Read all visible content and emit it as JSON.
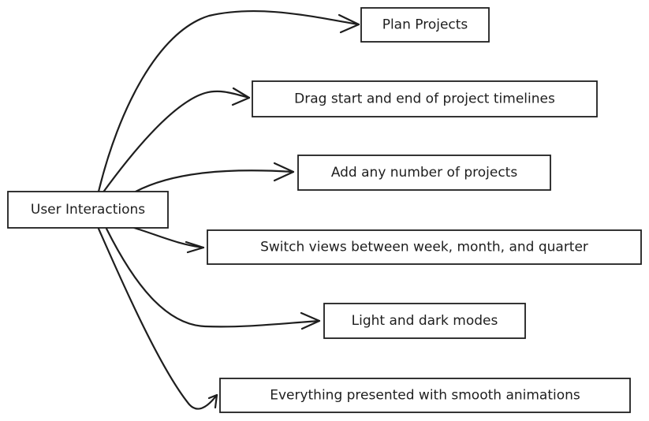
{
  "diagram": {
    "root": {
      "label": "User Interactions"
    },
    "children": [
      {
        "id": "plan",
        "label": "Plan Projects"
      },
      {
        "id": "drag",
        "label": "Drag start and end of project timelines"
      },
      {
        "id": "add",
        "label": "Add any number of projects"
      },
      {
        "id": "views",
        "label": "Switch views between week, month, and quarter"
      },
      {
        "id": "modes",
        "label": "Light and dark modes"
      },
      {
        "id": "anim",
        "label": "Everything presented with smooth animations"
      }
    ]
  },
  "colors": {
    "stroke": "#1e1e1e",
    "background": "#ffffff"
  }
}
